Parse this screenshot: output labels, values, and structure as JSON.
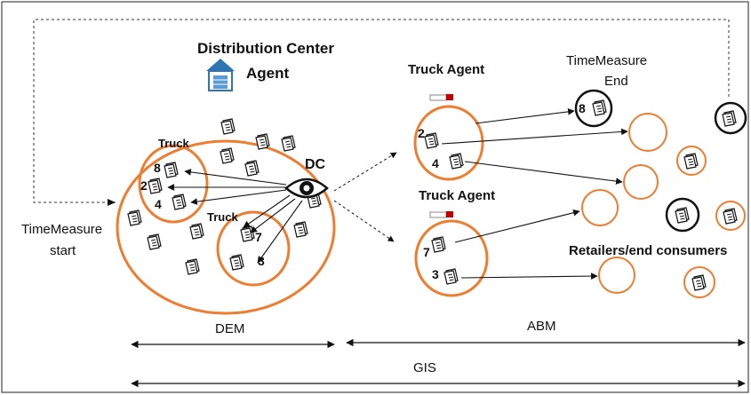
{
  "labels": {
    "dc_title_line1": "Distribution Center",
    "dc_title_line2": "Agent",
    "dc": "DC",
    "truck_1": "Truck",
    "truck_2": "Truck",
    "truck_agent_top": "Truck Agent",
    "truck_agent_bottom": "Truck Agent",
    "tm_end_line1": "TimeMeasure",
    "tm_end_line2": "End",
    "tm_start_line1": "TimeMeasure",
    "tm_start_line2": "start",
    "retailers": "Retailers/end consumers",
    "dem": "DEM",
    "abm": "ABM",
    "gis": "GIS"
  },
  "numbers": {
    "t1_a": "8",
    "t1_b": "2",
    "t1_c": "4",
    "t2_a": "7",
    "t2_b": "3",
    "ta1_a": "2",
    "ta1_b": "4",
    "ta2_a": "7",
    "ta2_b": "3",
    "end_a": "8"
  },
  "colors": {
    "orange": "#ED7D31",
    "ink": "#111111",
    "house": "#2E75B6"
  },
  "icons": {
    "dc_building": "warehouse-icon",
    "eye": "eye-icon",
    "document": "document-icon",
    "truck": "truck-icon"
  }
}
